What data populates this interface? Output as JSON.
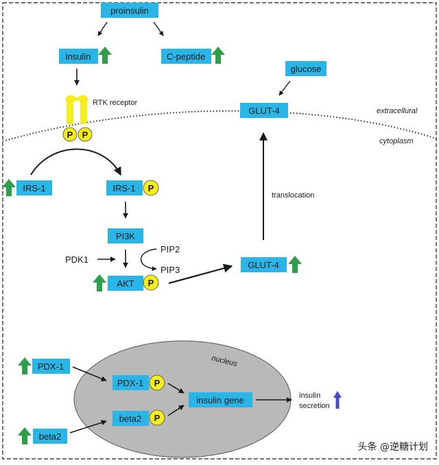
{
  "colors": {
    "box_fill": "#29b6e6",
    "phospho_fill": "#f6ee1c",
    "up_arrow_green": "#2e9e4a",
    "up_arrow_blue": "#4848c4",
    "nucleus_fill": "#b9b9b9",
    "line": "#1a1a1a"
  },
  "labels": {
    "proinsulin": "proinsulin",
    "insulin": "insulin",
    "c_peptide": "C-peptide",
    "rtk_receptor": "RTK receptor",
    "glucose": "glucose",
    "glut4_membrane": "GLUT-4",
    "extracellular": "extracellural",
    "cytoplasm": "cytoplasm",
    "irs1_left": "IRS-1",
    "irs1_right": "IRS-1",
    "translocation": "translocation",
    "pi3k": "PI3K",
    "pdk1": "PDK1",
    "pip2": "PIP2",
    "pip3": "PIP3",
    "akt": "AKT",
    "glut4_cyto": "GLUT-4",
    "nucleus": "nucleus",
    "pdx1_outer": "PDX-1",
    "pdx1_inner": "PDX-1",
    "insulin_gene": "insulin gene",
    "insulin_secretion_line1": "insulin",
    "insulin_secretion_line2": "secretion",
    "beta2_inner": "beta2",
    "beta2_outer": "beta2",
    "phospho": "P",
    "watermark": "头条 @逆糖计划"
  }
}
